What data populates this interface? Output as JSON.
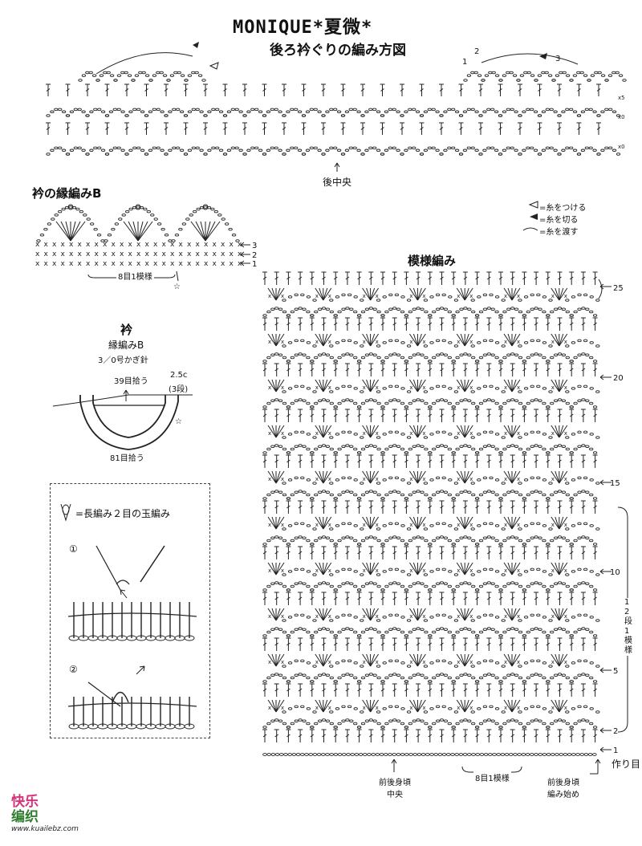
{
  "header": {
    "title": "MONIQUE*夏微*",
    "subtitle": "後ろ衿ぐりの編み方図"
  },
  "back_neck": {
    "center_label": "後中央",
    "row_marks": [
      "1",
      "2",
      "3"
    ]
  },
  "collar_edging": {
    "title": "衿の縁編みB",
    "repeat_label": "8目1模様",
    "row_numbers": [
      "3",
      "2",
      "1"
    ],
    "star": "☆"
  },
  "legend": {
    "attach": "=糸をつける",
    "cut": "=糸を切る",
    "carry": "=糸を渡す"
  },
  "collar_schematic": {
    "title": "衿",
    "edge": "縁編みB",
    "hook": "3／0号かぎ針",
    "top_count": "39目拾う",
    "width": "2.5c",
    "rows": "(3段)",
    "bottom_count": "81目拾う",
    "star": "☆"
  },
  "bobble_box": {
    "definition": "=長編み２目の玉編み",
    "step1": "①",
    "step2": "②"
  },
  "pattern": {
    "title": "模様編み",
    "row_labels": [
      "25",
      "20",
      "15",
      "10",
      "5",
      "2",
      "1"
    ],
    "chain_label": "作り目",
    "repeat_side": "12段1模様",
    "repeat_bottom": "8目1模様",
    "center_label": "前後身頃\n中央",
    "start_label": "前後身頃\n編み始め"
  },
  "logo": {
    "line1": "快乐",
    "line2": "编织",
    "url": "www.kuailebz.com"
  }
}
